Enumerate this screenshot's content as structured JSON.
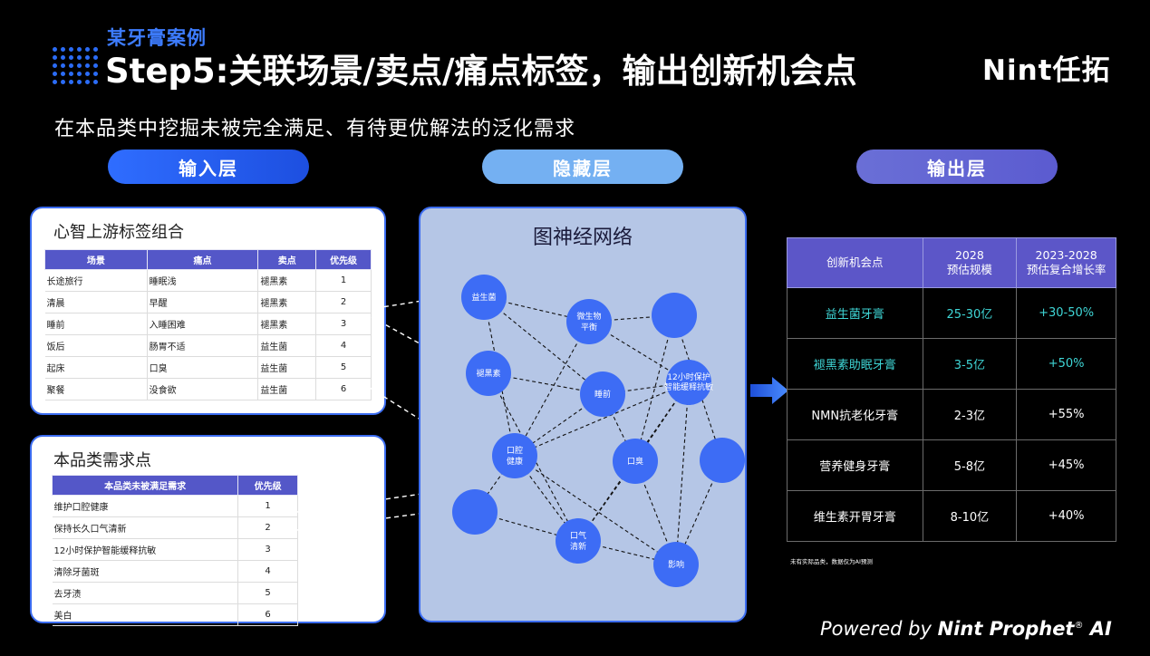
{
  "header": {
    "case_tag": "某牙膏案例",
    "title": "Step5:关联场景/卖点/痛点标签，输出创新机会点",
    "brand": "Nint任拓",
    "subtitle": "在本品类中挖掘未被完全满足、有待更优解法的泛化需求"
  },
  "layers": {
    "input": "输入层",
    "hidden": "隐藏层",
    "output": "输出层"
  },
  "tag_table": {
    "title": "心智上游标签组合",
    "headers": [
      "场景",
      "痛点",
      "卖点",
      "优先级"
    ],
    "rows": [
      [
        "长途旅行",
        "睡眠浅",
        "褪黑素",
        "1"
      ],
      [
        "清晨",
        "早醒",
        "褪黑素",
        "2"
      ],
      [
        "睡前",
        "入睡困难",
        "褪黑素",
        "3"
      ],
      [
        "饭后",
        "肠胃不适",
        "益生菌",
        "4"
      ],
      [
        "起床",
        "口臭",
        "益生菌",
        "5"
      ],
      [
        "聚餐",
        "没食欲",
        "益生菌",
        "6"
      ]
    ]
  },
  "needs_table": {
    "title": "本品类需求点",
    "headers": [
      "本品类未被满足需求",
      "优先级"
    ],
    "rows": [
      [
        "维护口腔健康",
        "1"
      ],
      [
        "保持长久口气清新",
        "2"
      ],
      [
        "12小时保护智能缓释抗敏",
        "3"
      ],
      [
        "清除牙菌斑",
        "4"
      ],
      [
        "去牙渍",
        "5"
      ],
      [
        "美白",
        "6"
      ]
    ]
  },
  "network": {
    "title": "图神经网络",
    "node_color": "#3d6cf5",
    "nodes": [
      {
        "id": "n1",
        "label1": "益生菌",
        "label2": ""
      },
      {
        "id": "n2",
        "label1": "微生物",
        "label2": "平衡"
      },
      {
        "id": "n3",
        "label1": "",
        "label2": ""
      },
      {
        "id": "n4",
        "label1": "褪黑素",
        "label2": ""
      },
      {
        "id": "n5",
        "label1": "睡前",
        "label2": ""
      },
      {
        "id": "n6",
        "label1": "12小时保护",
        "label2": "智能缓释抗敏"
      },
      {
        "id": "n7",
        "label1": "口腔",
        "label2": "健康"
      },
      {
        "id": "n8",
        "label1": "口臭",
        "label2": ""
      },
      {
        "id": "n9",
        "label1": "",
        "label2": ""
      },
      {
        "id": "n10",
        "label1": "",
        "label2": ""
      },
      {
        "id": "n11",
        "label1": "口气",
        "label2": "清新"
      },
      {
        "id": "n12",
        "label1": "影响",
        "label2": ""
      }
    ]
  },
  "output_table": {
    "headers": [
      "创新机会点",
      "2028\n预估规模",
      "2023-2028\n预估复合增长率"
    ],
    "header_lines": [
      [
        "创新机会点"
      ],
      [
        "2028",
        "预估规模"
      ],
      [
        "2023-2028",
        "预估复合增长率"
      ]
    ],
    "rows": [
      {
        "name": "益生菌牙膏",
        "size": "25-30亿",
        "growth": "+30-50%",
        "highlight": true
      },
      {
        "name": "褪黑素助眠牙膏",
        "size": "3-5亿",
        "growth": "+50%",
        "highlight": true
      },
      {
        "name": "NMN抗老化牙膏",
        "size": "2-3亿",
        "growth": "+55%",
        "highlight": false
      },
      {
        "name": "营养健身牙膏",
        "size": "5-8亿",
        "growth": "+45%",
        "highlight": false
      },
      {
        "name": "维生素开胃牙膏",
        "size": "8-10亿",
        "growth": "+40%",
        "highlight": false
      }
    ],
    "note": "未有实际品类，数据仅为AI预测"
  },
  "footer": {
    "powered_prefix": "Powered by ",
    "powered_brand": "Nint Prophet",
    "powered_reg": "®",
    "powered_suffix": " AI"
  }
}
